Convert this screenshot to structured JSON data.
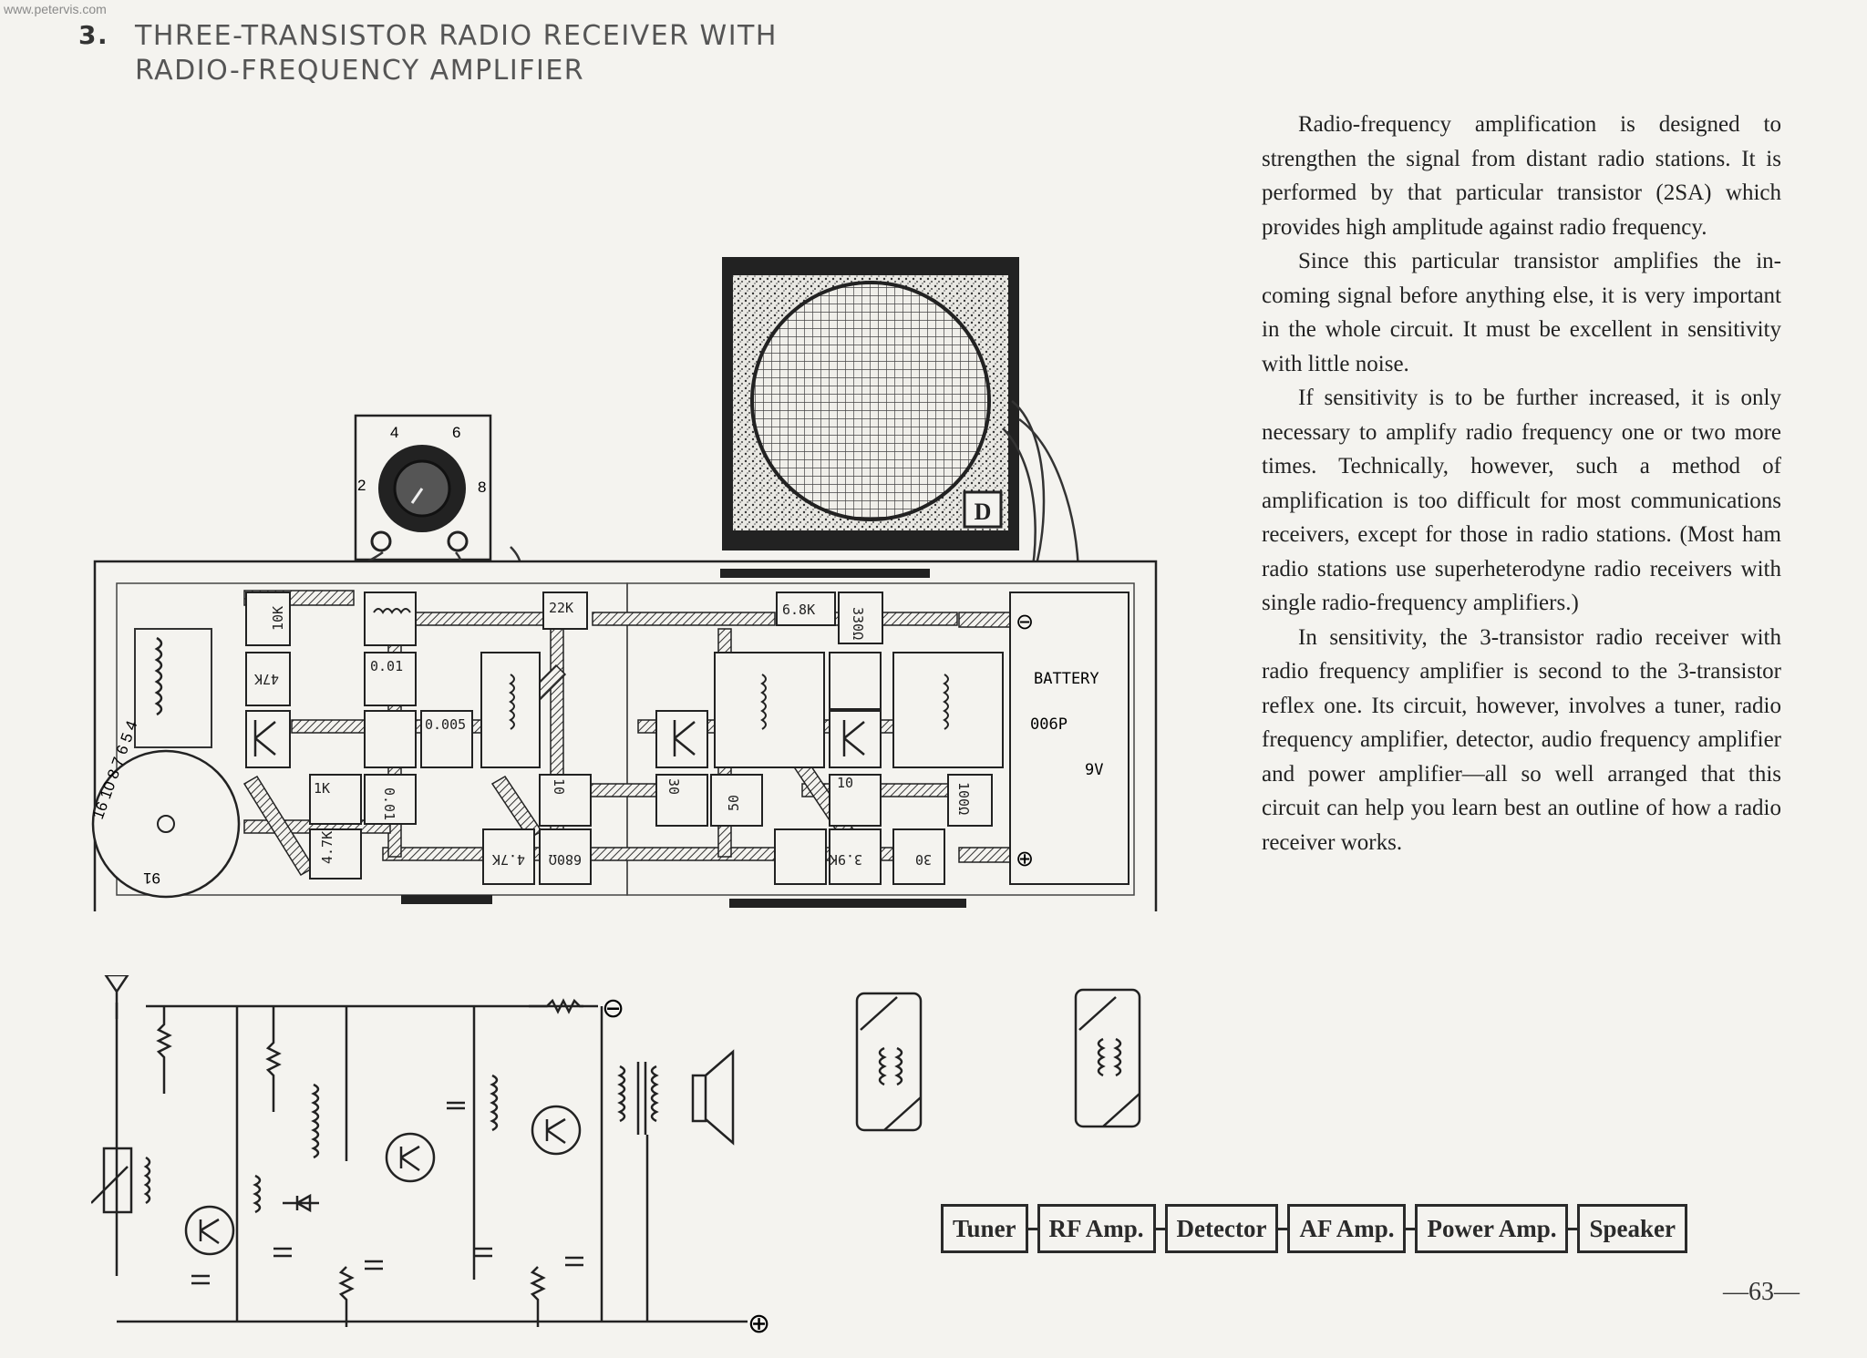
{
  "watermark": "www.petervis.com",
  "heading": {
    "number": "3.",
    "line1": "THREE-TRANSISTOR  RADIO  RECEIVER    WITH",
    "line2": "RADIO-FREQUENCY AMPLIFIER"
  },
  "paragraphs": [
    "Radio-frequency amplification is designed to strengthen the signal from distant radio stations. It is performed by that particular transistor (2SA) which provides high amplitude against radio frequency.",
    "Since this particular transistor amplifies the in-coming signal before anything else, it is very important in the whole circuit. It must be excellent in sensitivity with little noise.",
    "If sensitivity is to be further increased, it is only necessary to amplify radio frequency one or two more times. Technically, however, such a method of amplification is too difficult for most communications receivers, except for those in radio stations. (Most ham radio stations use superheterodyne radio receivers with single radio-frequency amplifiers.)",
    "In sensitivity, the 3-transistor radio receiver with radio frequency amplifier is second to the 3-transistor reflex one. Its circuit, however, involves a tuner, radio frequency amplifier, detector, audio frequency amplifier and power amplifier—all so well arranged that this circuit can help you learn best an outline of how a radio receiver works."
  ],
  "board_labels": {
    "r10k": "10K",
    "r47k": "47K",
    "r1k": "1K",
    "r4_7k": "4.7K",
    "c001a": "0.01",
    "c001b": "0.01",
    "c0005": "0.005",
    "r22k": "22K",
    "r4_7k_b": "4.7K",
    "c680": "680Ω",
    "c10a": "10",
    "c30a": "30",
    "c50": "50",
    "r6_8k": "6.8K",
    "r330": "330Ω",
    "c10b": "10",
    "r3_9k": "3.9K",
    "c30b": "30",
    "r100": "100Ω",
    "battery": "BATTERY",
    "c006p": "006P",
    "volts": "9V",
    "dial_left": "2",
    "dial_top1": "4",
    "dial_top2": "6",
    "dial_right": "8",
    "tuner_scale": "16 10 8 7 6 5 4",
    "tuner_scale_end": "91",
    "speaker_logo": "D",
    "minus": "⊖",
    "plus": "⊕"
  },
  "schematic_labels": {
    "minus": "⊖",
    "plus": "⊕"
  },
  "blocks": [
    "Tuner",
    "RF Amp.",
    "Detector",
    "AF Amp.",
    "Power Amp.",
    "Speaker"
  ],
  "page_number": "—63—"
}
